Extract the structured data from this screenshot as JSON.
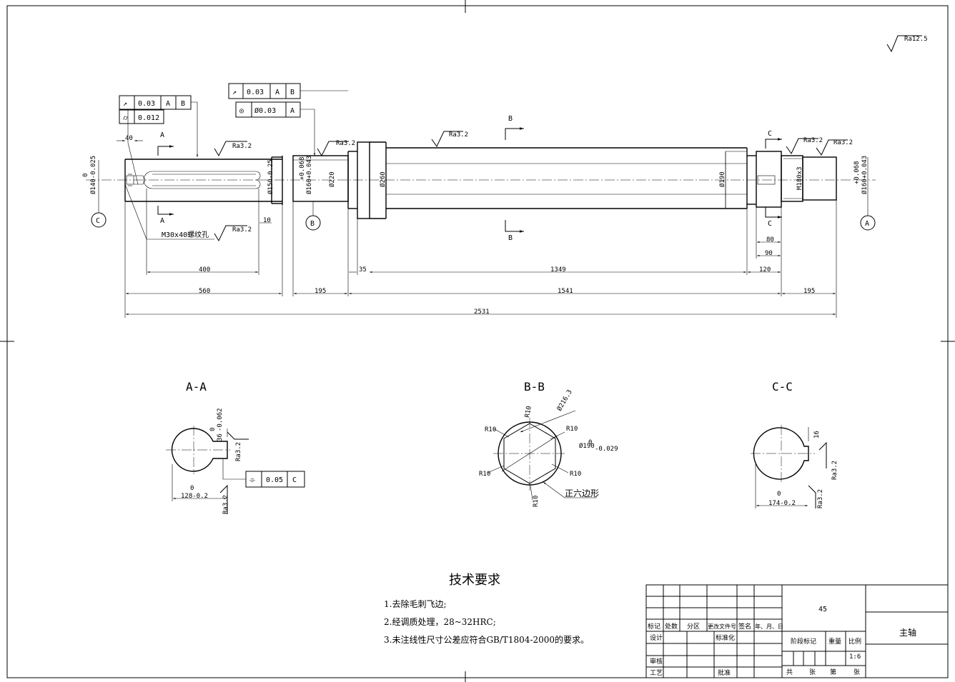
{
  "surface_finish_default": "Ra12.5",
  "main_view": {
    "roughness": [
      "Ra3.2",
      "Ra3.2",
      "Ra3.2",
      "Ra3.2",
      "Ra3.2",
      "Ra3.2"
    ],
    "tolerance_frames": [
      {
        "symbol": "↗",
        "value": "0.03",
        "datums": [
          "A",
          "B"
        ]
      },
      {
        "symbol": "⌭",
        "value": "0.012",
        "datums": []
      },
      {
        "symbol": "↗",
        "value": "0.03",
        "datums": [
          "A",
          "B"
        ]
      },
      {
        "symbol": "◎",
        "value": "Ø0.03",
        "datums": [
          "A"
        ]
      }
    ],
    "dimensions": {
      "d40": "40",
      "d10": "10",
      "d400": "400",
      "d560": "560",
      "d195a": "195",
      "d35": "35",
      "d1349": "1349",
      "d120": "120",
      "d1541": "1541",
      "d195b": "195",
      "d80": "80",
      "d90": "90",
      "d2531": "2531"
    },
    "diameters": {
      "left": "Ø140-0.025",
      "left_top": "0",
      "d150": "Ø150-0.25",
      "d160": "Ø160+0.043",
      "d160_top": "+0.068",
      "d220": "Ø220",
      "d260": "Ø260",
      "d190": "Ø190",
      "m180": "M180x3",
      "r160": "Ø160+0.043",
      "r160_top": "+0.068"
    },
    "thread_note": "M30x40螺纹孔",
    "section_letters": {
      "a": "A",
      "b": "B",
      "c": "C"
    },
    "datums": {
      "c": "C",
      "b": "B",
      "a": "A"
    }
  },
  "section_aa": {
    "title": "A-A",
    "width": "36",
    "width_tol": "-0.062",
    "width_top": "0",
    "depth": "128-0.2",
    "depth_top": "0",
    "roughness": [
      "Ra3.2",
      "Ra3.2"
    ],
    "symmetry": {
      "symbol": "⌯",
      "value": "0.05",
      "datum": "C"
    }
  },
  "section_bb": {
    "title": "B-B",
    "r_labels": [
      "R10",
      "R10",
      "R10",
      "R10",
      "R10",
      "R10"
    ],
    "d216": "Ø216.3",
    "d190": "Ø190",
    "d190_tol": "-0.029",
    "d190_top": "0",
    "hexagon_note": "正六边形"
  },
  "section_cc": {
    "title": "C-C",
    "width": "16",
    "depth": "174-0.2",
    "depth_top": "0",
    "roughness": [
      "Ra3.2",
      "Ra3.2"
    ]
  },
  "technical_requirements": {
    "title": "技术要求",
    "items": [
      "1.去除毛刺飞边;",
      "2.经调质处理，28~32HRC;",
      "3.未注线性尺寸公差应符合GB/T1804-2000的要求。"
    ]
  },
  "title_block": {
    "material": "45",
    "part_name": "主轴",
    "headers": [
      "标记",
      "处数",
      "分区",
      "更改文件号",
      "签名",
      "年、月、日"
    ],
    "design": "设计",
    "standardization": "标准化",
    "review": "审核",
    "process": "工艺",
    "approve": "批准",
    "stage_mark": "阶段标记",
    "weight": "重量",
    "scale_label": "比例",
    "scale": "1:6",
    "total": "共",
    "sheet_unit": "张",
    "sheet_of": "第",
    "sheet_unit2": "张"
  }
}
